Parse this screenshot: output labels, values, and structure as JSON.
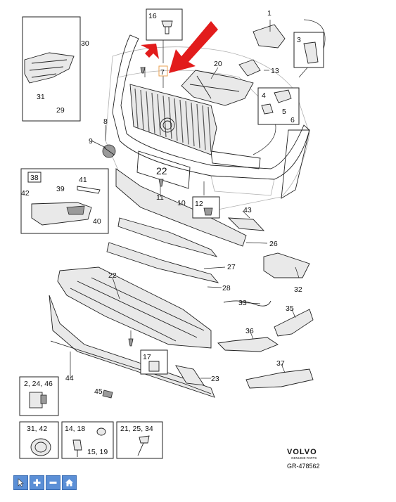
{
  "callouts": {
    "c1": "1",
    "c3": "3",
    "c4": "4",
    "c5": "5",
    "c6": "6",
    "c7": "7",
    "c8": "8",
    "c9": "9",
    "c10": "10",
    "c11": "11",
    "c12": "12",
    "c13": "13",
    "c16": "16",
    "c17": "17",
    "c20": "20",
    "c22": "22",
    "c23": "23",
    "c26": "26",
    "c27": "27",
    "c28": "28",
    "c29": "29",
    "c30": "30",
    "c31": "31",
    "c32": "32",
    "c33": "33",
    "c35": "35",
    "c36": "36",
    "c37": "37",
    "c38": "38",
    "c39": "39",
    "c40": "40",
    "c41": "41",
    "c42": "42",
    "c43": "43",
    "c44": "44",
    "c45": "45",
    "b_2_24_46": "2, 24, 46",
    "b_31_42": "31, 42",
    "b_14_18": "14, 18",
    "b_15_19": "15, 19",
    "b_21_25_34": "21, 25, 34"
  },
  "brand": {
    "logo": "VOLVO",
    "subtitle": "GENUINE PARTS",
    "ref": "GR-478562"
  },
  "plate_text": "22",
  "colors": {
    "arrow": "#e21c1c",
    "toolbar": "#5b8fd6"
  },
  "toolbar": {
    "icons": [
      "pointer-icon",
      "zoom-in-icon",
      "zoom-out-icon",
      "home-icon"
    ]
  }
}
